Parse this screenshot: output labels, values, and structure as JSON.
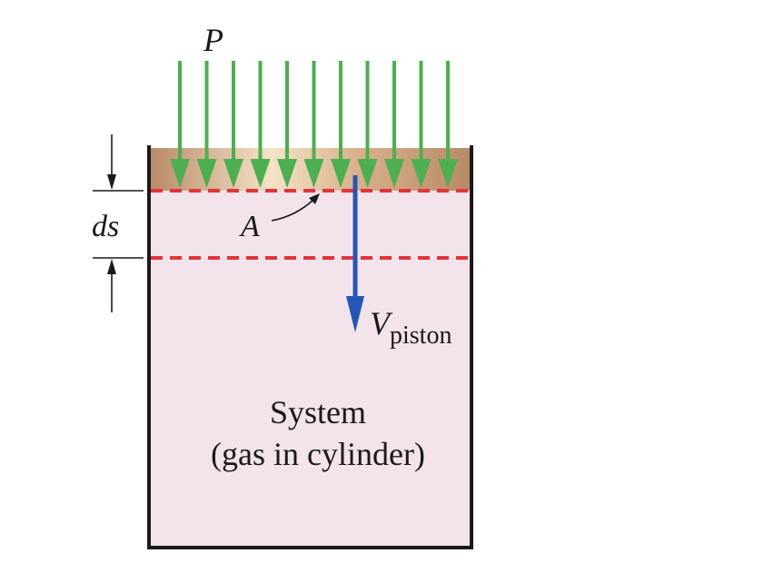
{
  "labels": {
    "pressure": "P",
    "displacement": "ds",
    "area": "A",
    "velocity_symbol": "V",
    "velocity_subscript": "piston",
    "system_line1": "System",
    "system_line2": "(gas in cylinder)"
  },
  "pressure_arrow_count": 11,
  "colors": {
    "gas_fill": "#f3e3ea",
    "piston_dark": "#b98a67",
    "piston_light": "#f3dcc0",
    "pressure_arrow": "#4caf50",
    "velocity_arrow": "#2456b6",
    "boundary_dash": "#e3343a",
    "wall": "#1a1a1a"
  }
}
